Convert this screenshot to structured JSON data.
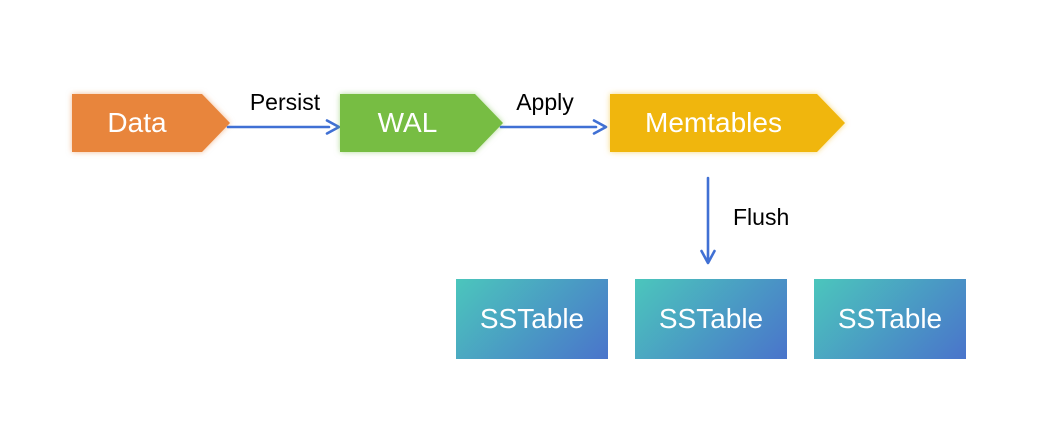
{
  "diagram": {
    "nodes": {
      "data": {
        "label": "Data",
        "color": "#E8853C"
      },
      "wal": {
        "label": "WAL",
        "color": "#77BD43"
      },
      "memtables": {
        "label": "Memtables",
        "color": "#F0B60D"
      },
      "sstables": [
        {
          "label": "SSTable"
        },
        {
          "label": "SSTable"
        },
        {
          "label": "SSTable"
        }
      ]
    },
    "edges": {
      "persist": {
        "label": "Persist"
      },
      "apply": {
        "label": "Apply"
      },
      "flush": {
        "label": "Flush"
      }
    },
    "colors": {
      "connector": "#4070D4",
      "node_text": "#FFFFFF",
      "edge_label_text": "#000000",
      "background": "#FFFFFF",
      "sstable_gradient_start": "#4BC6BC",
      "sstable_gradient_end": "#4A74CB",
      "sstable_gradient": "linear-gradient(135deg, #4BC6BC 0%, #4A74CB 100%)"
    }
  }
}
